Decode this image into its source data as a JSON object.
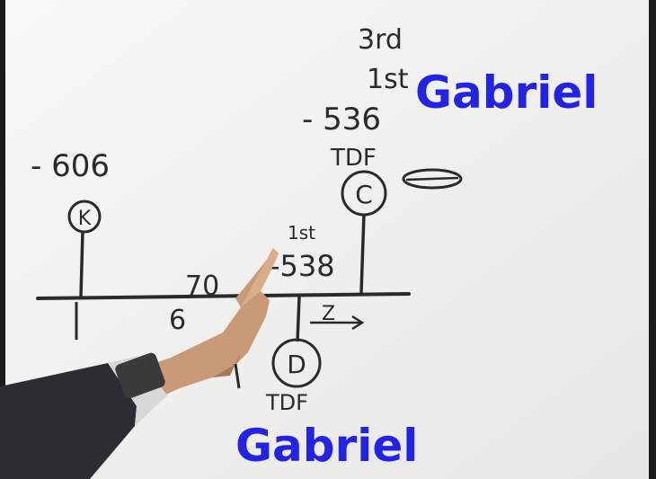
{
  "colors": {
    "whiteboard": "#f1f1ef",
    "ink": "#2a2a2a",
    "caption": "#2323e6"
  },
  "board": {
    "left_node": {
      "value": "- 606",
      "letter": "K"
    },
    "right_node": {
      "rank_a": "3rd",
      "rank_b": "1st",
      "value": "- 536",
      "label": "TDF",
      "letter": "C"
    },
    "middle_node": {
      "rank": "1st",
      "value": "-538",
      "partial_a": "70",
      "partial_b": "6",
      "letter": "D",
      "label": "TDF",
      "arrow_label": "Z"
    }
  },
  "captions": {
    "top_right": "Gabriel",
    "bottom": "Gabriel"
  }
}
